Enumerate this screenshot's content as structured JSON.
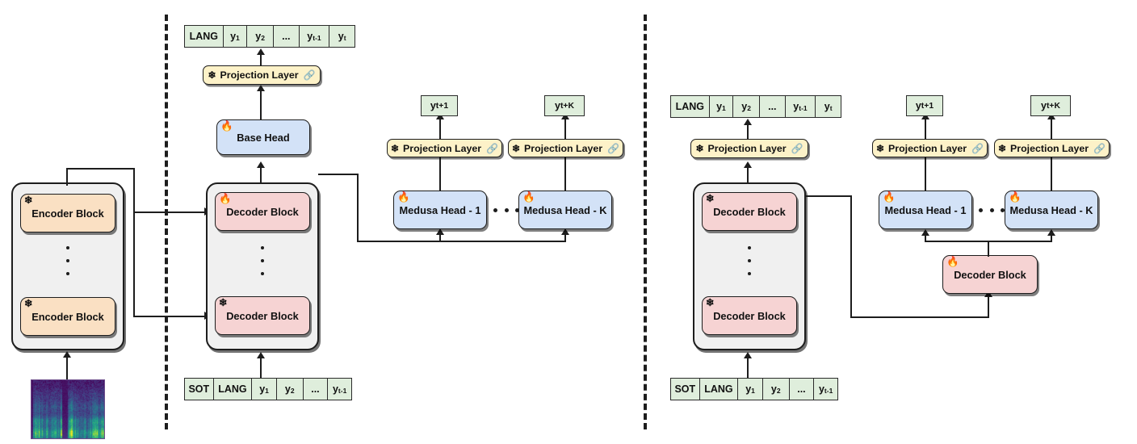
{
  "figure": {
    "type": "architecture-diagram",
    "panels": 2,
    "separator": "vertical-dashed-line"
  },
  "icons": {
    "frozen": "❄",
    "trainable": "🔥",
    "link": "🔗"
  },
  "colors": {
    "encoder_block": "#fae0c3",
    "decoder_block": "#f6d3d3",
    "head_block": "#d3e2f7",
    "projection_layer": "#fdf2c8",
    "token_box": "#dfeedc",
    "stack_container": "#f0f0f0",
    "outline": "#1d1d1d"
  },
  "left_panel": {
    "name": "base-model-with-medusa-heads",
    "output_tokens": [
      "LANG",
      "y1",
      "y2",
      "...",
      "yt-1",
      "yt"
    ],
    "output_token_display": [
      "LANG",
      "y",
      "y",
      "...",
      "y",
      "y"
    ],
    "output_token_subs": [
      "",
      "1",
      "2",
      "",
      "t-1",
      "t"
    ],
    "projection_layer": {
      "label": "Projection Layer",
      "state": "frozen",
      "link": true
    },
    "base_head": {
      "label": "Base Head",
      "state": "trainable"
    },
    "encoder_stack": {
      "top_block": {
        "label": "Encoder Block",
        "state": "frozen"
      },
      "bottom_block": {
        "label": "Encoder Block",
        "state": "frozen"
      },
      "ellipsis": true
    },
    "decoder_stack": {
      "top_block": {
        "label": "Decoder Block",
        "state": "trainable"
      },
      "bottom_block": {
        "label": "Decoder Block",
        "state": "frozen"
      },
      "ellipsis": true
    },
    "medusa_branch": {
      "heads": [
        {
          "label": "Medusa Head - 1",
          "state": "trainable",
          "projection": {
            "label": "Projection Layer",
            "state": "frozen",
            "link": true
          },
          "output_token": "yt+1",
          "output_token_display": "y",
          "output_token_sub": "t+1"
        },
        {
          "label": "Medusa Head - K",
          "state": "trainable",
          "projection": {
            "label": "Projection Layer",
            "state": "frozen",
            "link": true
          },
          "output_token": "yt+K",
          "output_token_display": "y",
          "output_token_sub": "t+K"
        }
      ],
      "ellipsis_between_heads": true
    },
    "input_tokens": [
      "SOT",
      "LANG",
      "y1",
      "y2",
      "...",
      "yt-1"
    ],
    "input_token_display": [
      "SOT",
      "LANG",
      "y",
      "y",
      "...",
      "y"
    ],
    "input_token_subs": [
      "",
      "",
      "1",
      "2",
      "",
      "t-1"
    ],
    "audio_input": {
      "type": "mel-spectrogram",
      "colormap": "viridis"
    }
  },
  "right_panel": {
    "name": "frozen-decoder-with-extra-decoder-block",
    "output_tokens": [
      "LANG",
      "y1",
      "y2",
      "...",
      "yt-1",
      "yt"
    ],
    "output_token_display": [
      "LANG",
      "y",
      "y",
      "...",
      "y",
      "y"
    ],
    "output_token_subs": [
      "",
      "1",
      "2",
      "",
      "t-1",
      "t"
    ],
    "projection_layer": {
      "label": "Projection Layer",
      "state": "frozen",
      "link": true
    },
    "decoder_stack": {
      "top_block": {
        "label": "Decoder Block",
        "state": "frozen"
      },
      "bottom_block": {
        "label": "Decoder Block",
        "state": "frozen"
      },
      "ellipsis": true
    },
    "extra_decoder_block": {
      "label": "Decoder Block",
      "state": "trainable"
    },
    "medusa_branch": {
      "heads": [
        {
          "label": "Medusa Head - 1",
          "state": "trainable",
          "projection": {
            "label": "Projection Layer",
            "state": "frozen",
            "link": true
          },
          "output_token": "yt+1",
          "output_token_display": "y",
          "output_token_sub": "t+1"
        },
        {
          "label": "Medusa Head - K",
          "state": "trainable",
          "projection": {
            "label": "Projection Layer",
            "state": "frozen",
            "link": true
          },
          "output_token": "yt+K",
          "output_token_display": "y",
          "output_token_sub": "t+K"
        }
      ],
      "ellipsis_between_heads": true
    },
    "input_tokens": [
      "SOT",
      "LANG",
      "y1",
      "y2",
      "...",
      "yt-1"
    ],
    "input_token_display": [
      "SOT",
      "LANG",
      "y",
      "y",
      "...",
      "y"
    ],
    "input_token_subs": [
      "",
      "",
      "1",
      "2",
      "",
      "t-1"
    ]
  }
}
